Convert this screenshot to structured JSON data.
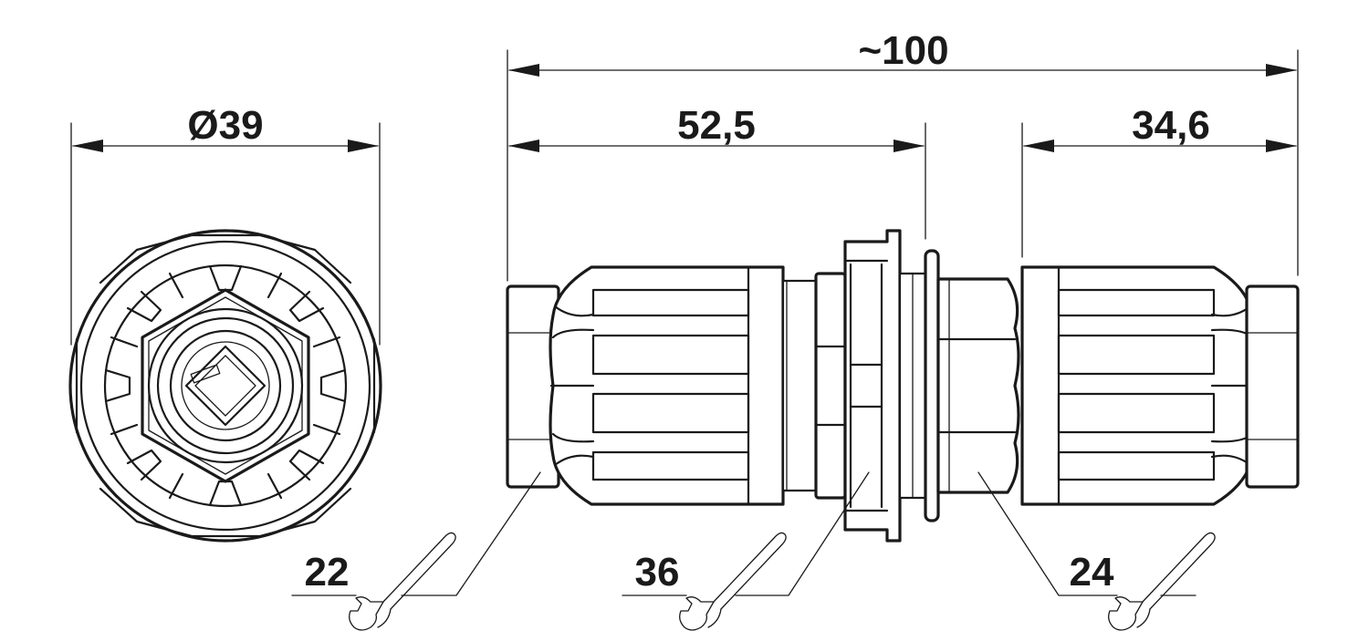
{
  "dimensions": {
    "diameter": "Ø39",
    "overall_length": "~100",
    "left_length": "52,5",
    "right_length": "34,6"
  },
  "wrench_sizes": {
    "left": "22",
    "middle": "36",
    "right": "24"
  },
  "icons": {
    "wrench": "open-end-wrench-icon"
  }
}
